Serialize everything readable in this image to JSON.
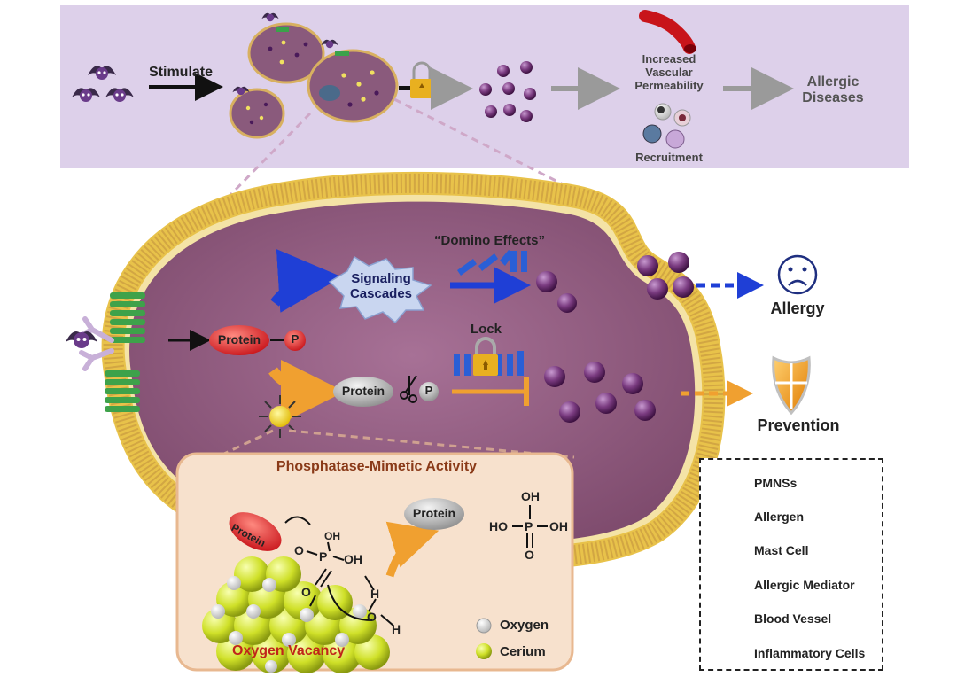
{
  "top_panel": {
    "stimulate_label": "Stimulate",
    "permeability_label": "Increased\nVascular\nPermeability",
    "recruitment_label": "Recruitment",
    "diseases_label": "Allergic\nDiseases"
  },
  "cell": {
    "domino_label": "“Domino Effects”",
    "signaling_label": "Signaling\nCascades",
    "protein_phos_label": "Protein",
    "phosphate_label": "P",
    "protein_label": "Protein",
    "phosphate2_label": "P",
    "lock_label": "Lock",
    "allergy_label": "Allergy",
    "prevention_label": "Prevention"
  },
  "inset": {
    "title": "Phosphatase-Mimetic Activity",
    "protein_bound_label": "Protein",
    "protein_released_label": "Protein",
    "oxygen_vacancy_label": "Oxygen Vacancy",
    "oxygen_label": "Oxygen",
    "cerium_label": "Cerium",
    "phosphoric_acid": {
      "oh_top": "OH",
      "ho_left": "HO",
      "oh_right": "OH",
      "o_bottom": "O",
      "p": "P"
    },
    "bound_chem": {
      "o1": "O",
      "p": "P",
      "oh_top": "OH",
      "oh_right": "OH",
      "o_low": "O",
      "h": "H",
      "o_water": "O",
      "h2": "H"
    }
  },
  "legend": {
    "items": [
      {
        "label": "PMNSs",
        "icon": "pmns-icon"
      },
      {
        "label": "Allergen",
        "icon": "allergen-icon"
      },
      {
        "label": "Mast Cell",
        "icon": "mast-cell-icon"
      },
      {
        "label": "Allergic Mediator",
        "icon": "mediator-icon"
      },
      {
        "label": "Blood Vessel",
        "icon": "blood-vessel-icon"
      },
      {
        "label": "Inflammatory Cells",
        "icon": "inflammatory-cells-icon"
      }
    ]
  },
  "colors": {
    "top_panel_bg": "#ddd0ea",
    "cell_fill": "#8c5a7a",
    "membrane": "#e8c24a",
    "mediator": "#6a2f6e",
    "arrow_blue": "#1f3fd6",
    "arrow_orange": "#f0a030",
    "inset_bg": "#f7e1cd",
    "cerium": "#d7e631",
    "protein_red": "#e0343a",
    "shield": "#f0a020"
  }
}
